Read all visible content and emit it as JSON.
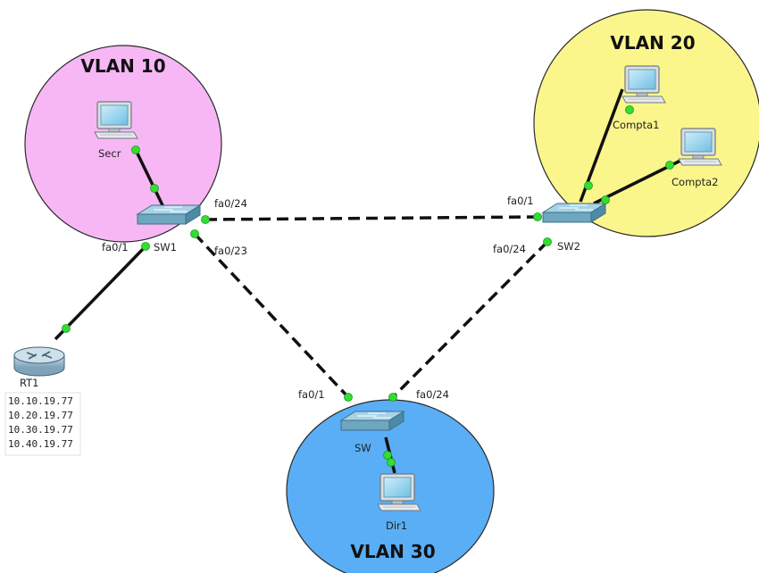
{
  "vlans": [
    {
      "id": "vlan10",
      "title": "VLAN 10",
      "color": "#f7b7f4"
    },
    {
      "id": "vlan20",
      "title": "VLAN 20",
      "color": "#fbf68c"
    },
    {
      "id": "vlan30",
      "title": "VLAN 30",
      "color": "#5aaef5"
    }
  ],
  "devices": {
    "secr": {
      "label": "Secr",
      "type": "pc"
    },
    "compta1": {
      "label": "Compta1",
      "type": "pc"
    },
    "compta2": {
      "label": "Compta2",
      "type": "pc"
    },
    "dir1": {
      "label": "Dir1",
      "type": "pc"
    },
    "sw1": {
      "label": "SW1",
      "type": "switch"
    },
    "sw2": {
      "label": "SW2",
      "type": "switch"
    },
    "sw3": {
      "label": "SW",
      "type": "switch"
    },
    "rt1": {
      "label": "RT1",
      "type": "router"
    }
  },
  "router_ips": [
    "10.10.19.77",
    "10.20.19.77",
    "10.30.19.77",
    "10.40.19.77"
  ],
  "ports": {
    "sw1_fa024": "fa0/24",
    "sw1_fa023": "fa0/23",
    "sw1_fa01": "fa0/1",
    "sw2_fa01": "fa0/1",
    "sw2_fa024": "fa0/24",
    "sw3_fa01": "fa0/1",
    "sw3_fa024": "fa0/24"
  },
  "colors": {
    "link": "#111111",
    "port_up": "#33dd33",
    "switch_body": "#6ea7bf",
    "pc_screen": "#8fd0ec"
  }
}
